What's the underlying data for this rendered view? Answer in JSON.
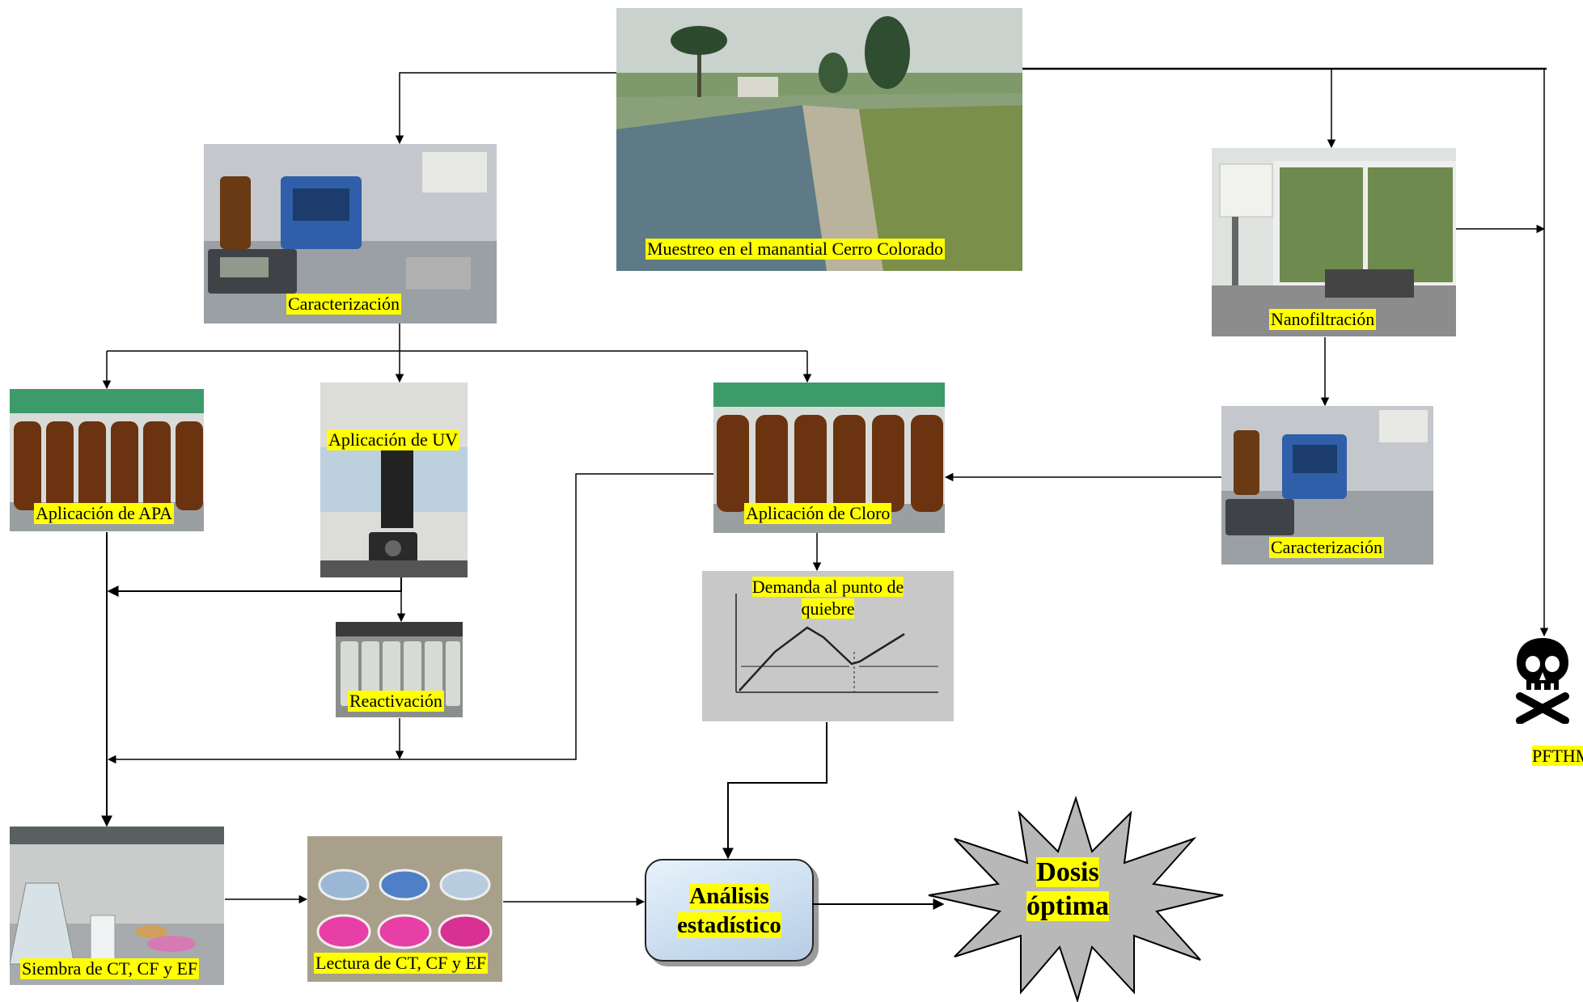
{
  "nodes": {
    "muestreo": "Muestreo en el manantial Cerro Colorado",
    "caracterizacion_1": "Caracterización",
    "nanofiltracion": "Nanofiltración",
    "aplicacion_apa": "Aplicación de APA",
    "aplicacion_uv": "Aplicación de UV",
    "aplicacion_cloro": "Aplicación de Cloro",
    "caracterizacion_2": "Caracterización",
    "demanda_line1": "Demanda al punto de",
    "demanda_line2": "quiebre",
    "reactivacion": "Reactivación",
    "siembra": "Siembra de CT, CF y EF",
    "lectura": "Lectura de CT, CF y EF",
    "analisis_line1": "Análisis",
    "analisis_line2": "estadístico",
    "dosis_line1": "Dosis",
    "dosis_line2": "óptima",
    "pfthm": "PFTHM"
  },
  "colors": {
    "label_highlight": "#ffff00",
    "connector": "#000000",
    "burst_fill": "#b8b8b8",
    "analysis_fill": "#c9dcef"
  },
  "icons": {
    "toxic": "skull-crossbones-icon"
  }
}
